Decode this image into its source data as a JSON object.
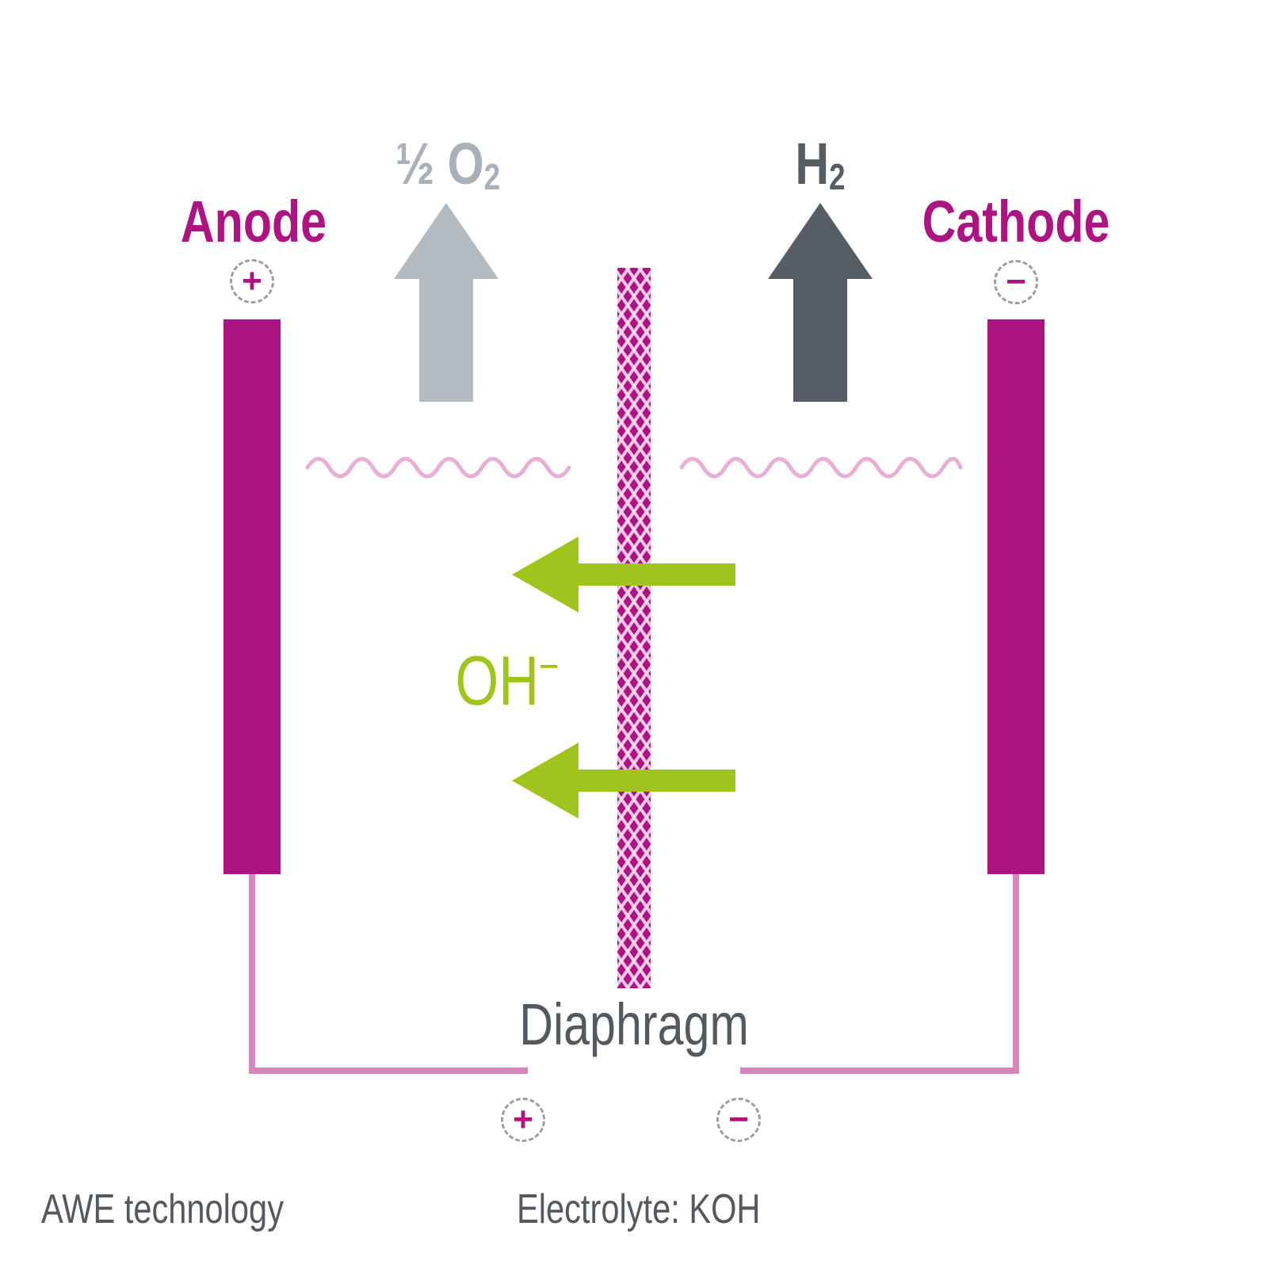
{
  "colors": {
    "magenta": "#ad1482",
    "green": "#9fc41c",
    "gray_light": "#b3bac0",
    "gray_light_text": "#a9b0b7",
    "gray_dark": "#565d64",
    "text_gray": "#53595f",
    "wire_pink": "#d983bb",
    "wave_pink": "#e9aed4",
    "circle_gray": "#9a9fa4"
  },
  "diagram": {
    "electrodes": {
      "anode_label": "Anode",
      "anode_sign": "+",
      "cathode_label": "Cathode",
      "cathode_sign": "−"
    },
    "gases": {
      "oxygen_base": "½ O",
      "oxygen_sub": "2",
      "hydrogen_base": "H",
      "hydrogen_sub": "2"
    },
    "ion": {
      "base": "OH",
      "sup": "−"
    },
    "membrane_label": "Diaphragm",
    "power_terminals": {
      "positive": "+",
      "negative": "−"
    },
    "footer": {
      "technology": "AWE technology",
      "electrolyte": "Electrolyte: KOH"
    }
  }
}
